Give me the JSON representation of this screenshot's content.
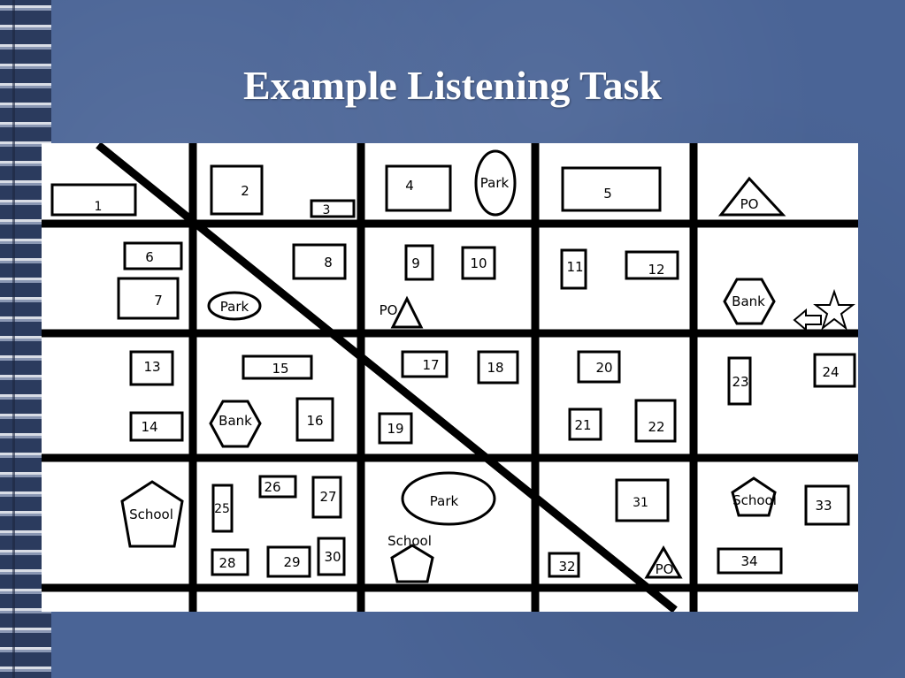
{
  "slide": {
    "title": "Example Listening Task",
    "background_color": "#4a6496"
  },
  "map": {
    "buildings": {
      "b1": "1",
      "b2": "2",
      "b3": "3",
      "b4": "4",
      "b5": "5",
      "b6": "6",
      "b7": "7",
      "b8": "8",
      "b9": "9",
      "b10": "10",
      "b11": "11",
      "b12": "12",
      "b13": "13",
      "b14": "14",
      "b15": "15",
      "b16": "16",
      "b17": "17",
      "b18": "18",
      "b19": "19",
      "b20": "20",
      "b21": "21",
      "b22": "22",
      "b23": "23",
      "b24": "24",
      "b25": "25",
      "b26": "26",
      "b27": "27",
      "b28": "28",
      "b29": "29",
      "b30": "30",
      "b31": "31",
      "b32": "32",
      "b33": "33",
      "b34": "34"
    },
    "places": {
      "park": "Park",
      "po": "PO",
      "bank": "Bank",
      "school": "School"
    },
    "icons": [
      "park-icon",
      "post-office-icon",
      "bank-icon",
      "school-icon",
      "star-icon",
      "arrow-left-icon"
    ]
  }
}
